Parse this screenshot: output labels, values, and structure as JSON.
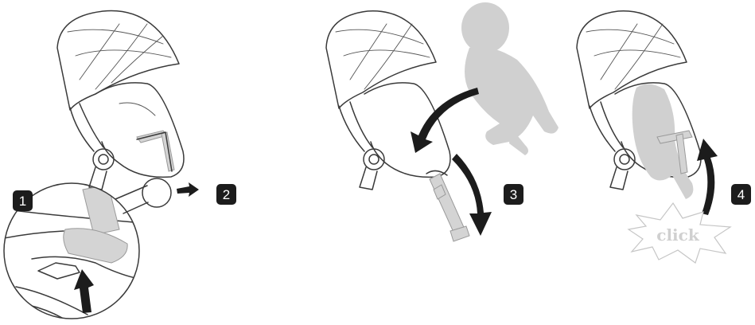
{
  "steps": [
    {
      "number": "1"
    },
    {
      "number": "2"
    },
    {
      "number": "3"
    },
    {
      "number": "4"
    }
  ],
  "callout": {
    "sound_word": "click"
  },
  "icons": [
    "stroller-seat-icon",
    "magnifier-detail-icon",
    "baby-icon",
    "curved-arrow-icon",
    "click-burst-icon"
  ],
  "colors": {
    "line": "#3a3a3a",
    "badge": "#1c1c1c",
    "silhouette": "#d0d0d0"
  }
}
